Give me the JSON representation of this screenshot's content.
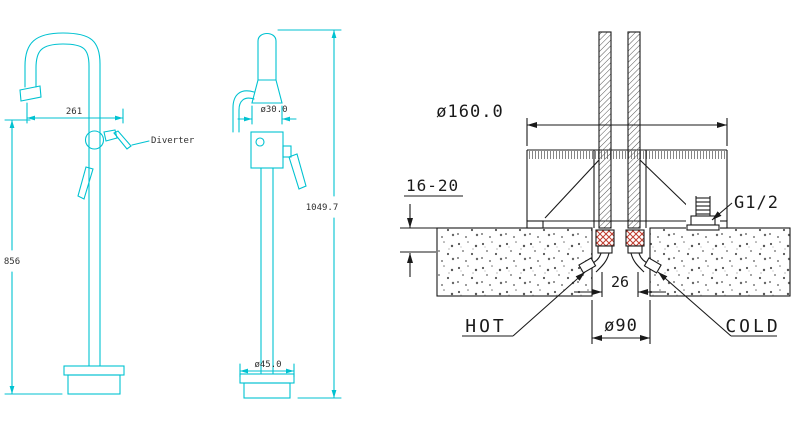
{
  "drawing": {
    "front_view": {
      "dim_spout_reach": "261",
      "diverter_label": "Diverter",
      "dim_spout_height": "856"
    },
    "side_view": {
      "dim_handshower_diameter": "ø30.0",
      "dim_overall_height": "1049.7",
      "dim_base_diameter": "ø45.0"
    },
    "installation_view": {
      "dim_cover_plate_diameter": "ø160.0",
      "dim_deck_thickness_range": "16-20",
      "thread_size": "G1/2",
      "dim_inlet_spacing": "26",
      "dim_floor_hole_diameter": "ø90",
      "hot_supply_label": "HOT",
      "cold_supply_label": "COLD"
    },
    "colors": {
      "faucet_outline": "#00c2d1",
      "section_outline": "#1a1a1a",
      "connector_accent": "#c0392b",
      "dimension_text": "#303030"
    }
  }
}
